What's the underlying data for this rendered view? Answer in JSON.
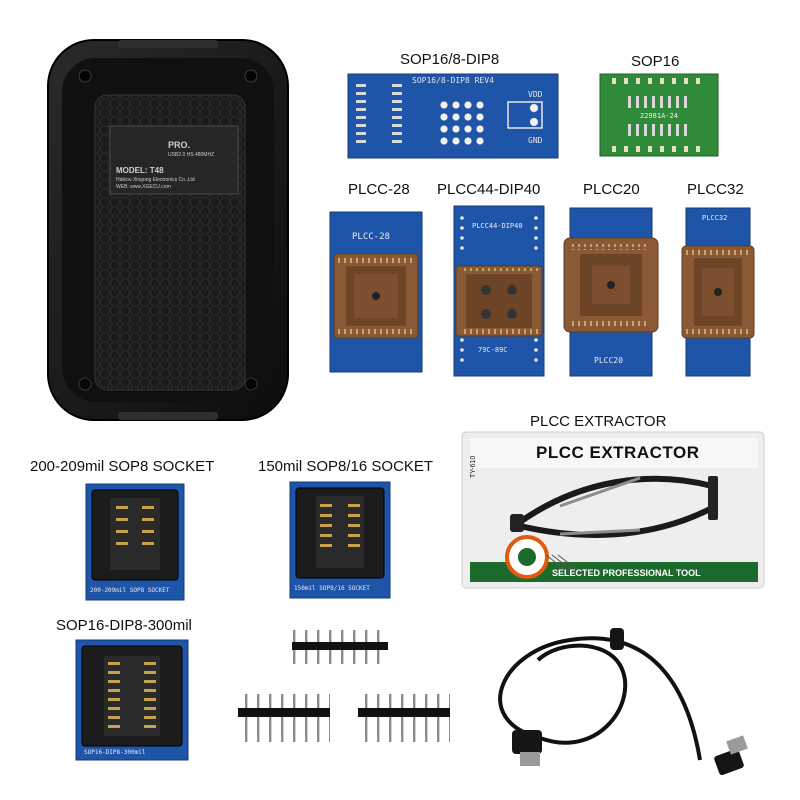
{
  "programmer": {
    "brand": "PRO.",
    "spec": "USB2.0 HS 480MHZ",
    "model": "MODEL: T48",
    "maker": "Haikou Xingong Electronics Co.,Ltd",
    "web": "WEB: www.XGECU.com"
  },
  "labels": {
    "sop16_dip8": "SOP16/8-DIP8",
    "sop16": "SOP16",
    "plcc28": "PLCC-28",
    "plcc44_dip40": "PLCC44-DIP40",
    "plcc20": "PLCC20",
    "plcc32": "PLCC32",
    "plcc_extractor": "PLCC  EXTRACTOR",
    "sop8_200mil": "200-209mil SOP8 SOCKET",
    "sop8_150mil": "150mil SOP8/16 SOCKET",
    "sop16_dip8_300": "SOP16-DIP8-300mil"
  },
  "boards": {
    "sop16_dip8_silk": "SOP16/8-DIP8 REV4",
    "vdd": "VDD",
    "gnd": "GND",
    "sop16_silk": "22981A-24",
    "plcc28_silk": "PLCC-28",
    "plcc44_silk": "PLCC44-DIP40",
    "plcc44_silk2": "79C-89C",
    "plcc20_silk": "PLCC20",
    "plcc32_silk": "PLCC32",
    "sop8_200_silk": "200-209mil SOP8 SOCKET",
    "sop8_150_silk": "150mil SOP8/16 SOCKET",
    "sop16_300_silk": "SOP16-DIP8-300mil"
  },
  "extractor": {
    "header": "PLCC EXTRACTOR",
    "side": "TY-610",
    "footer": "SELECTED PROFESSIONAL TOOL"
  },
  "colors": {
    "pcb_blue": "#1f55a8",
    "pcb_green": "#2f8a3a",
    "socket_brown": "#8a5a36",
    "socket_black": "#1c1c1c",
    "device_body": "#141414"
  }
}
